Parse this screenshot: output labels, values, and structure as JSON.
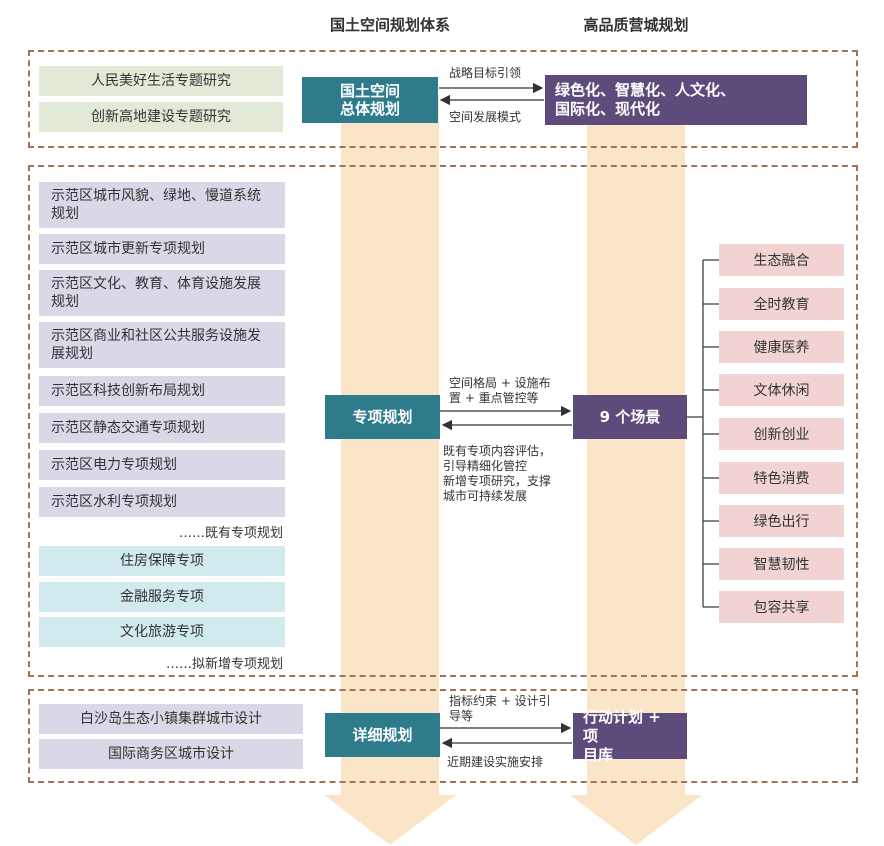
{
  "headers": {
    "left": "国土空间规划体系",
    "right": "高品质营城规划"
  },
  "section1": {
    "left_items": [
      "人民美好生活专题研究",
      "创新高地建设专题研究"
    ],
    "center": "国土空间\n总体规划",
    "right": "绿色化、智慧化、人文化、\n国际化、现代化",
    "arrow_top": "战略目标引领",
    "arrow_bottom": "空间发展模式"
  },
  "section2": {
    "existing_items": [
      "示范区城市风貌、绿地、慢道系统规划",
      "示范区城市更新专项规划",
      "示范区文化、教育、体育设施发展规划",
      "示范区商业和社区公共服务设施发展规划",
      "示范区科技创新布局规划",
      "示范区静态交通专项规划",
      "示范区电力专项规划",
      "示范区水利专项规划"
    ],
    "existing_label": "……既有专项规划",
    "new_items": [
      "住房保障专项",
      "金融服务专项",
      "文化旅游专项"
    ],
    "new_label": "……拟新增专项规划",
    "center": "专项规划",
    "right": "9 个场景",
    "arrow_top": "空间格局 + 设施布\n置 + 重点管控等",
    "arrow_bottom": "既有专项内容评估，\n引导精细化管控\n新增专项研究，支撑\n城市可持续发展",
    "scenes": [
      "生态融合",
      "全时教育",
      "健康医养",
      "文体休闲",
      "创新创业",
      "特色消费",
      "绿色出行",
      "智慧韧性",
      "包容共享"
    ]
  },
  "section3": {
    "left_items": [
      "白沙岛生态小镇集群城市设计",
      "国际商务区城市设计"
    ],
    "center": "详细规划",
    "right": "行动计划 + 项\n目库",
    "arrow_top": "指标约束 + 设计引\n导等",
    "arrow_bottom": "近期建设实施安排"
  },
  "colors": {
    "teal": "#2e7b8c",
    "dark_purple": "#5d4b7b",
    "peach": "#fbe5c8",
    "green": "#e1ead6",
    "purple": "#dcd7e6",
    "cyan": "#d1eaee",
    "pink": "#f1d3d3",
    "dash": "#a0735a"
  }
}
